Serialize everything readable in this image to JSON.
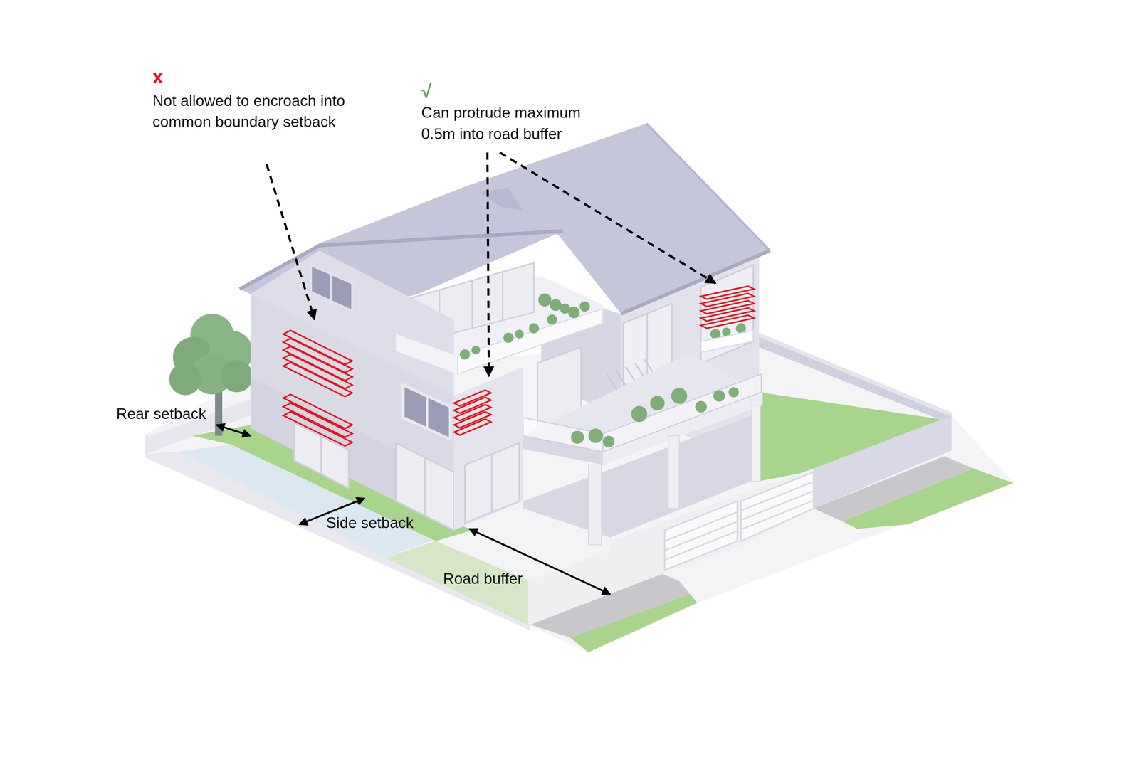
{
  "diagram": {
    "labels": [
      "x",
      "Not allowed to encroach into common boundary setback",
      "√",
      "Can protrude maximum 0.5m into road buffer",
      "Rear setback",
      "Side setback",
      "Road buffer"
    ]
  }
}
